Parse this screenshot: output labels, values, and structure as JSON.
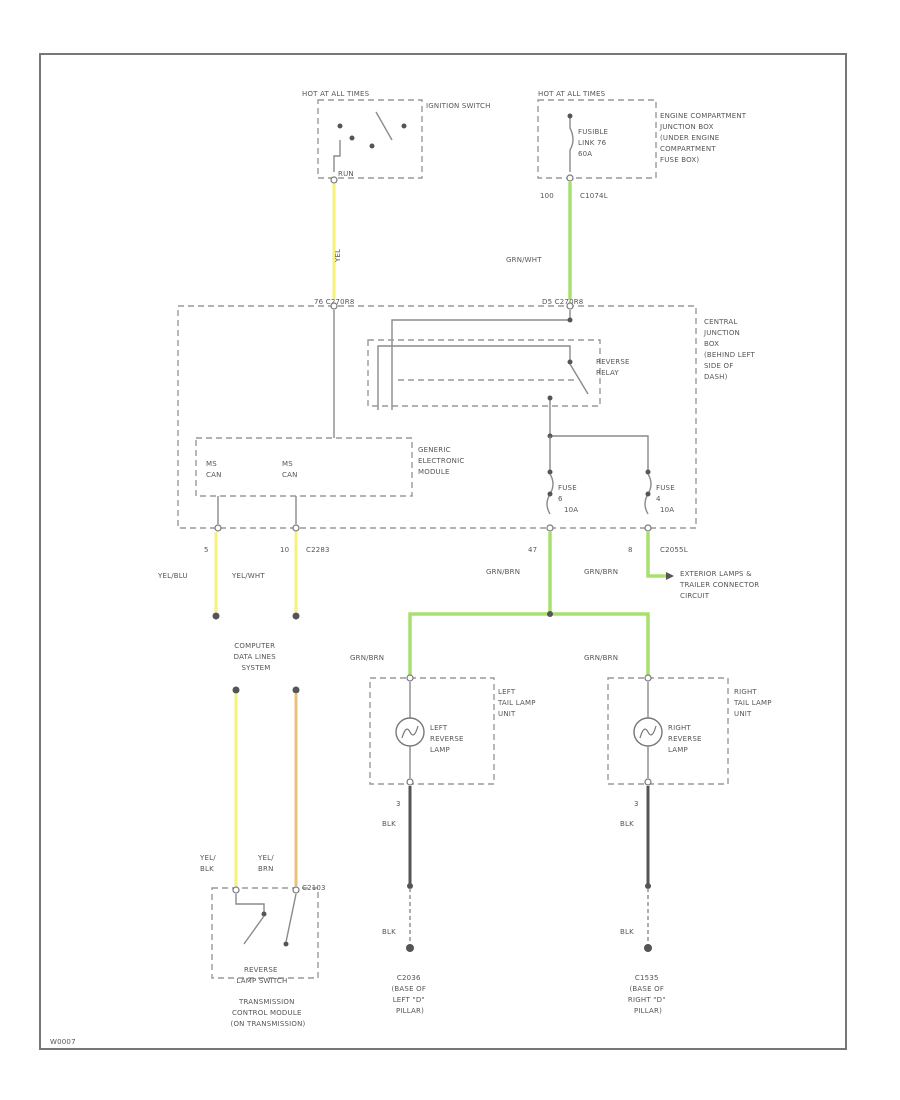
{
  "diagram_id": "W0007",
  "sources": {
    "ign_hot": "HOT AT ALL TIMES",
    "ign_switch": "IGNITION SWITCH",
    "ign_pin": "RUN",
    "fuse_hot": "HOT AT ALL TIMES",
    "fusible_link": [
      "FUSIBLE",
      "LINK 76",
      "60A"
    ],
    "ecjb": [
      "ENGINE COMPARTMENT",
      "JUNCTION BOX",
      "(UNDER ENGINE",
      "COMPARTMENT",
      "FUSE BOX)"
    ],
    "ecjb_pin": "100",
    "ecjb_conn": "C1074L"
  },
  "wires": {
    "ign_color": "YEL",
    "feed_color": "GRN/WHT",
    "gem_pin1": "5",
    "gem_pin1_color": "YEL/BLU",
    "gem_pin2": "10",
    "gem_pin2_color": "YEL/WHT",
    "gem_conn": "C2283",
    "fuse1_pin": "47",
    "fuse1_color": "GRN/BRN",
    "fuse2_pin": "8",
    "fuse2_conn": "C2055L",
    "fuse2_color": "GRN/BRN",
    "left_feed": "GRN/BRN",
    "right_feed": "GRN/BRN",
    "left_pin": "3",
    "left_gnd": "BLK",
    "right_pin": "3",
    "right_gnd": "BLK",
    "tcm1": [
      "YEL/",
      "BLK"
    ],
    "tcm2": [
      "YEL/",
      "BRN"
    ],
    "tcm_conn": "C2103"
  },
  "cjb": {
    "conn1": "76  C270R8",
    "conn2": "D5  C270R8",
    "label": [
      "CENTRAL",
      "JUNCTION",
      "BOX",
      "(BEHIND LEFT",
      "SIDE OF",
      "DASH)"
    ],
    "relay": [
      "REVERSE",
      "RELAY"
    ],
    "fuse1": [
      "FUSE",
      "6",
      "10A"
    ],
    "fuse2": [
      "FUSE",
      "4",
      "10A"
    ]
  },
  "gem": {
    "label": [
      "GENERIC",
      "ELECTRONIC",
      "MODULE"
    ],
    "pin1": [
      "MS",
      "CAN"
    ],
    "pin2": [
      "MS",
      "CAN"
    ]
  },
  "data_lines": [
    "COMPUTER",
    "DATA LINES",
    "SYSTEM"
  ],
  "exterior": [
    "EXTERIOR LAMPS &",
    "TRAILER CONNECTOR",
    "CIRCUIT"
  ],
  "left_unit": {
    "box": [
      "LEFT",
      "TAIL LAMP",
      "UNIT"
    ],
    "lamp": [
      "LEFT",
      "REVERSE",
      "LAMP"
    ]
  },
  "right_unit": {
    "box": [
      "RIGHT",
      "TAIL LAMP",
      "UNIT"
    ],
    "lamp": [
      "RIGHT",
      "REVERSE",
      "LAMP"
    ]
  },
  "tcm": {
    "switch": [
      "REVERSE",
      "LAMP SWITCH"
    ],
    "module": [
      "TRANSMISSION",
      "CONTROL MODULE",
      "(ON TRANSMISSION)"
    ]
  },
  "grounds": {
    "left": [
      "C2036",
      "(BASE OF",
      "LEFT \"D\"",
      "PILLAR)"
    ],
    "right": [
      "C1535",
      "(BASE OF",
      "RIGHT \"D\"",
      "PILLAR)"
    ]
  }
}
